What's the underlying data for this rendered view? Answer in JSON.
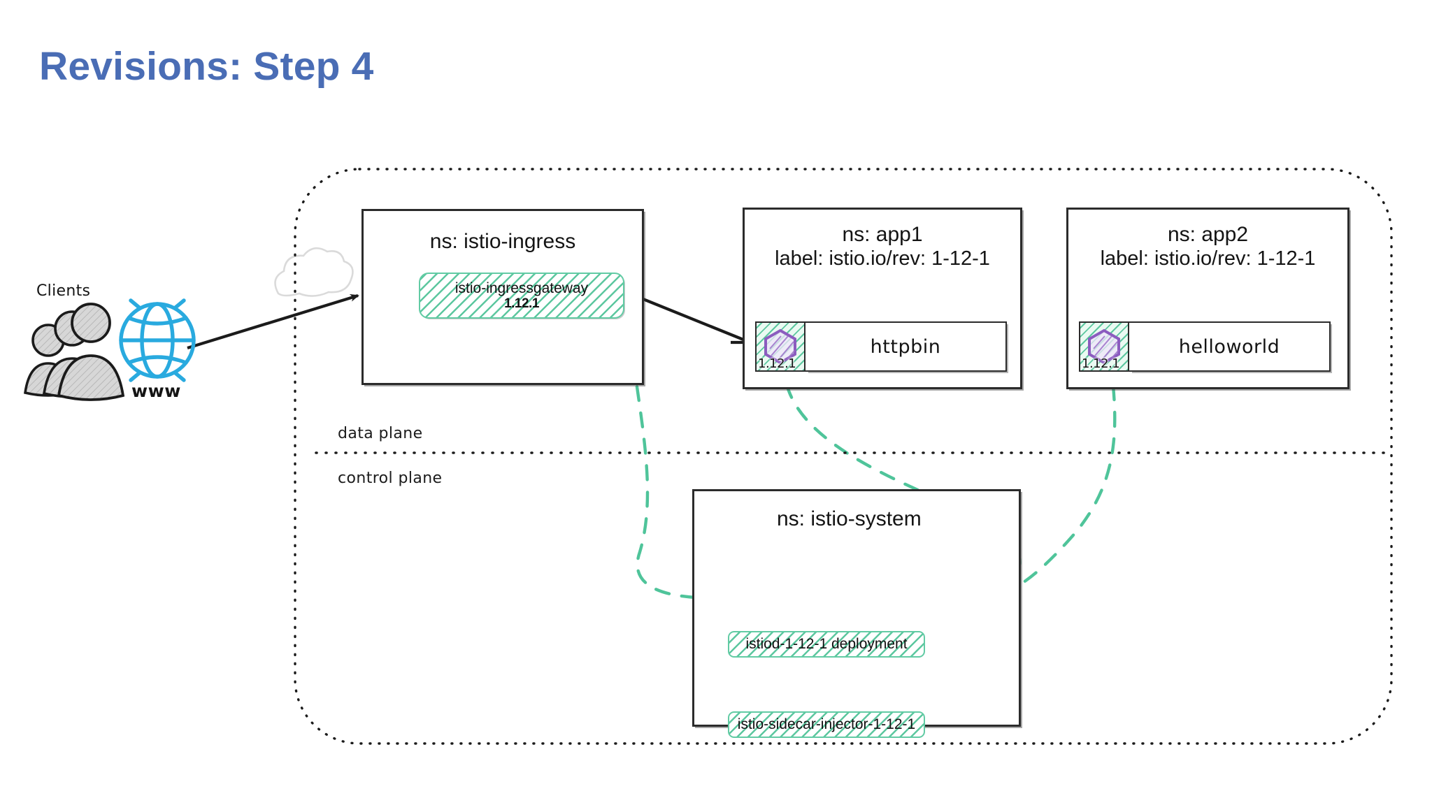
{
  "slide": {
    "title": "Revisions: Step 4",
    "title_color": "#4a6db5",
    "background": "#ffffff"
  },
  "actors": {
    "clients_label": "Clients",
    "www_label": "www",
    "clients_icon": "people-group-icon",
    "globe_icon": "globe-www-icon",
    "globe_color": "#29aadf"
  },
  "planes": {
    "data_plane_label": "data plane",
    "control_plane_label": "control plane",
    "divider_style": "dotted"
  },
  "mesh_boundary": {
    "style": "dotted-rounded-rect",
    "color": "#1b1b1b"
  },
  "namespaces": [
    {
      "id": "istio-ingress",
      "title": "ns: istio-ingress",
      "subtitle": "",
      "icon": "ingress-gateway-icon",
      "icon_color": "#4a86c8",
      "workload": {
        "name": "istio-ingressgateway",
        "version": "1.12.1",
        "style": "green-hatched-pill"
      }
    },
    {
      "id": "app1",
      "title": "ns: app1",
      "subtitle": "label: istio.io/rev: 1-12-1",
      "pod": {
        "app_name": "httpbin",
        "sidecar_icon": "envoy-hexagon-icon",
        "sidecar_color": "#8b5cbf",
        "sidecar_version": "1.12.1"
      }
    },
    {
      "id": "app2",
      "title": "ns: app2",
      "subtitle": "label: istio.io/rev: 1-12-1",
      "pod": {
        "app_name": "helloworld",
        "sidecar_icon": "envoy-hexagon-icon",
        "sidecar_color": "#8b5cbf",
        "sidecar_version": "1.12.1"
      }
    },
    {
      "id": "istio-system",
      "title": "ns: istio-system",
      "subtitle": "",
      "icon": "istio-sail-logo",
      "icon_color": "#1aa0e0",
      "deployments": [
        {
          "name": "istiod-1-12-1 deployment",
          "style": "green-hatched-pill"
        },
        {
          "name": "istio-sidecar-injector-1-12-1",
          "style": "green-hatched-pill"
        }
      ]
    }
  ],
  "connections": {
    "traffic_color": "#1b1b1b",
    "xds_color": "#4fc49a",
    "xds_style": "dashed",
    "traffic_edges": [
      {
        "from": "clients",
        "to": "istio-ingressgateway"
      },
      {
        "from": "istio-ingressgateway",
        "to": "httpbin"
      }
    ],
    "xds_edges": [
      {
        "from": "istiod-1-12-1 deployment",
        "to": "istio-ingressgateway"
      },
      {
        "from": "istiod-1-12-1 deployment",
        "to": "httpbin-sidecar"
      },
      {
        "from": "istiod-1-12-1 deployment",
        "to": "helloworld-sidecar"
      }
    ]
  },
  "accent_colors": {
    "green_hatch": "#5cc79f",
    "purple_hexagon": "#8b5cbf",
    "istio_blue": "#1aa0e0",
    "title_blue": "#4a6db5"
  }
}
